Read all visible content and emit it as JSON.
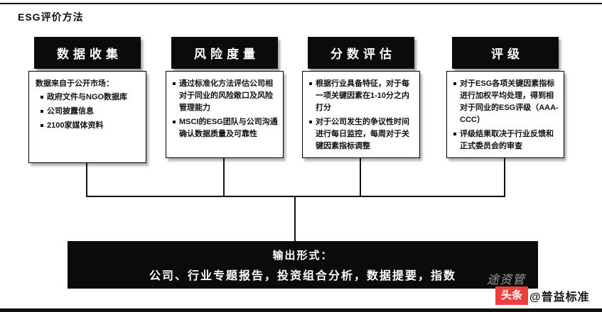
{
  "page": {
    "title": "ESG评价方法"
  },
  "columns": [
    {
      "header": "数据收集",
      "intro": "数据来自于公开市场：",
      "bullets": [
        "政府文件与NGO数据库",
        "公司披露信息",
        "2100家媒体资料"
      ]
    },
    {
      "header": "风险度量",
      "bullets": [
        "通过标准化方法评估公司相对于同业的风险敞口及风险管理能力",
        "MSCI的ESG团队与公司沟通确认数据质量及可靠性"
      ]
    },
    {
      "header": "分数评估",
      "bullets": [
        "根据行业具备特征，对于每一项关键因素在1-10分之内打分",
        "对于公司发生的争议性时间进行每日监控，每周对于关键因素指标调整"
      ]
    },
    {
      "header": "评级",
      "bullets": [
        "对于ESG各项关键因素指标进行加权平均处理，得到相对于同业的ESG评级（AAA-CCC）",
        "评级结果取决于行业反馈和正式委员会的审查"
      ]
    }
  ],
  "output": {
    "label": "输出形式：",
    "content": "公司、行业专题报告，投资组合分析，数据提要，指数"
  },
  "watermark": {
    "handle": "途资管",
    "badge": "头条",
    "brand": "@普益标准"
  },
  "colors": {
    "badge_red": "#ee3f3f",
    "ink": "#111111"
  }
}
